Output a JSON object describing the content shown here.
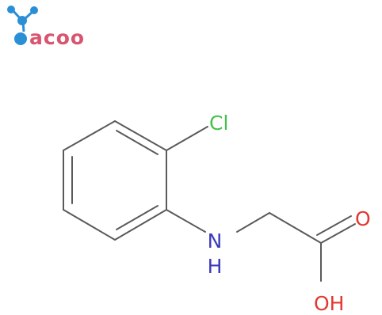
{
  "logo": {
    "wordmark": "acoo",
    "text_color": "#d9546f",
    "dot_color": "#2b8fd6",
    "icon": "molecule-logo-icon"
  },
  "molecule": {
    "bond_color": "#5a5a5a",
    "atoms": {
      "cl": {
        "symbol": "Cl",
        "color": "#44c14c"
      },
      "nh": {
        "symbol": "N",
        "h": "H",
        "color": "#3b3bbd"
      },
      "carbonyl_o": {
        "symbol": "O",
        "color": "#e3382f"
      },
      "hydroxyl": {
        "symbol": "OH",
        "color": "#e3382f"
      }
    }
  }
}
